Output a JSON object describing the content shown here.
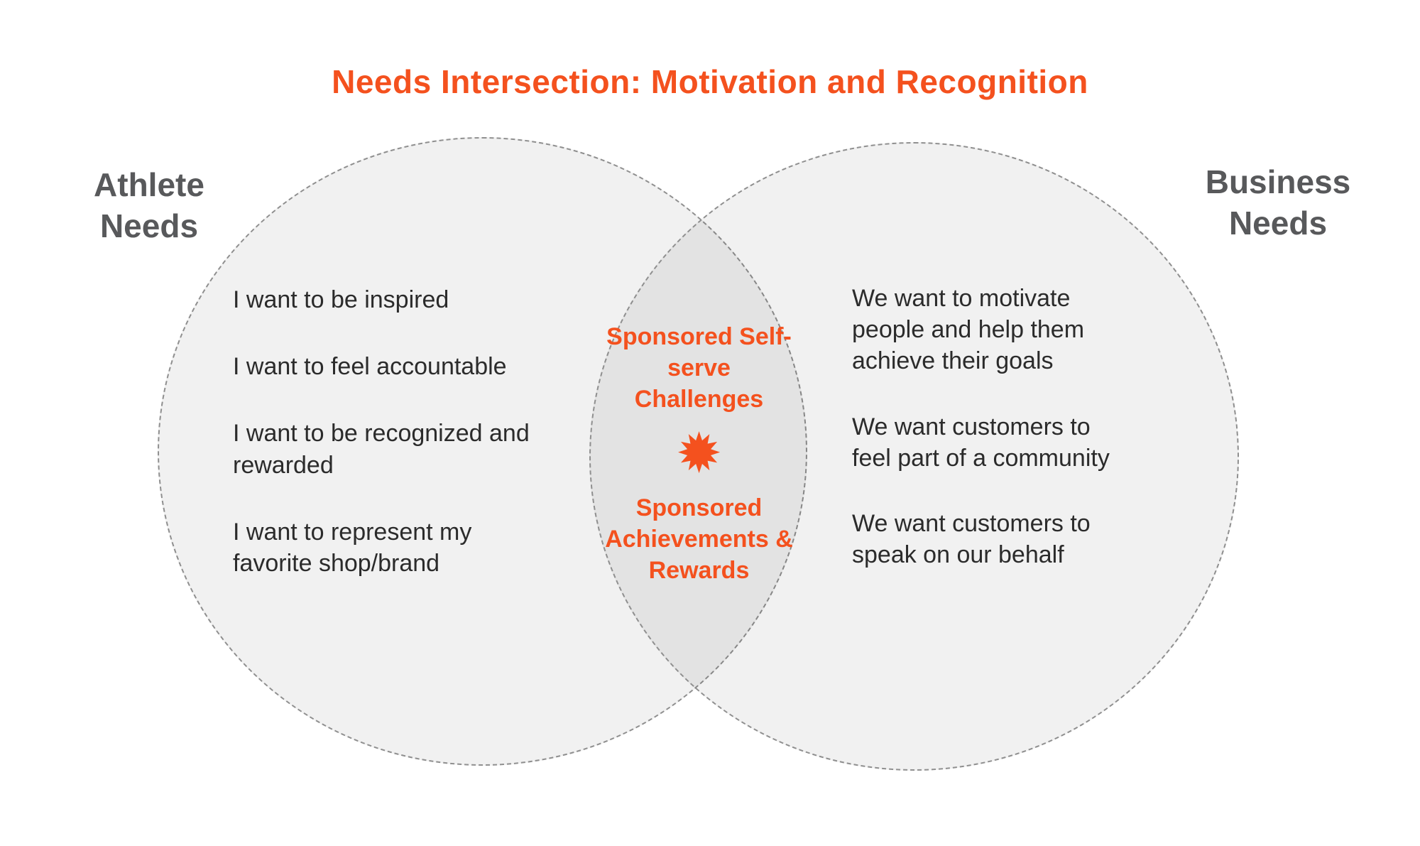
{
  "title": "Needs Intersection: Motivation and Recognition",
  "colors": {
    "accent_orange": "#F4511E",
    "label_gray": "#58595b",
    "body_text": "#2b2b2b",
    "circle_fill": "#ececec",
    "overlap_fill": "#dcdcdc",
    "circle_border": "#8f8f8f"
  },
  "venn": {
    "left": {
      "label": "Athlete Needs",
      "items": [
        "I want to be inspired",
        "I want to feel accountable",
        "I want to be recognized and rewarded",
        "I want to represent my favorite shop/brand"
      ]
    },
    "right": {
      "label": "Business Needs",
      "items": [
        "We want to motivate people and help them achieve their goals",
        "We want customers to feel part of a community",
        "We want customers to speak on our behalf"
      ]
    },
    "intersection": {
      "top_label": "Sponsored Self-serve Challenges",
      "bottom_label": "Sponsored Achievements & Rewards",
      "starburst_glyph": "✹"
    }
  }
}
